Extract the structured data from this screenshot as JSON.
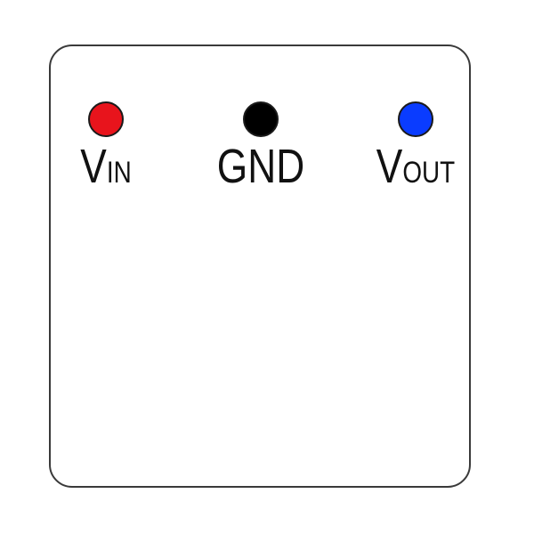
{
  "pins": [
    {
      "id": "vin",
      "main": "V",
      "sub": "IN",
      "color": "#e8141c"
    },
    {
      "id": "gnd",
      "main": "GND",
      "sub": "",
      "color": "#000000"
    },
    {
      "id": "vout",
      "main": "V",
      "sub": "OUT",
      "color": "#0a3cff"
    }
  ]
}
